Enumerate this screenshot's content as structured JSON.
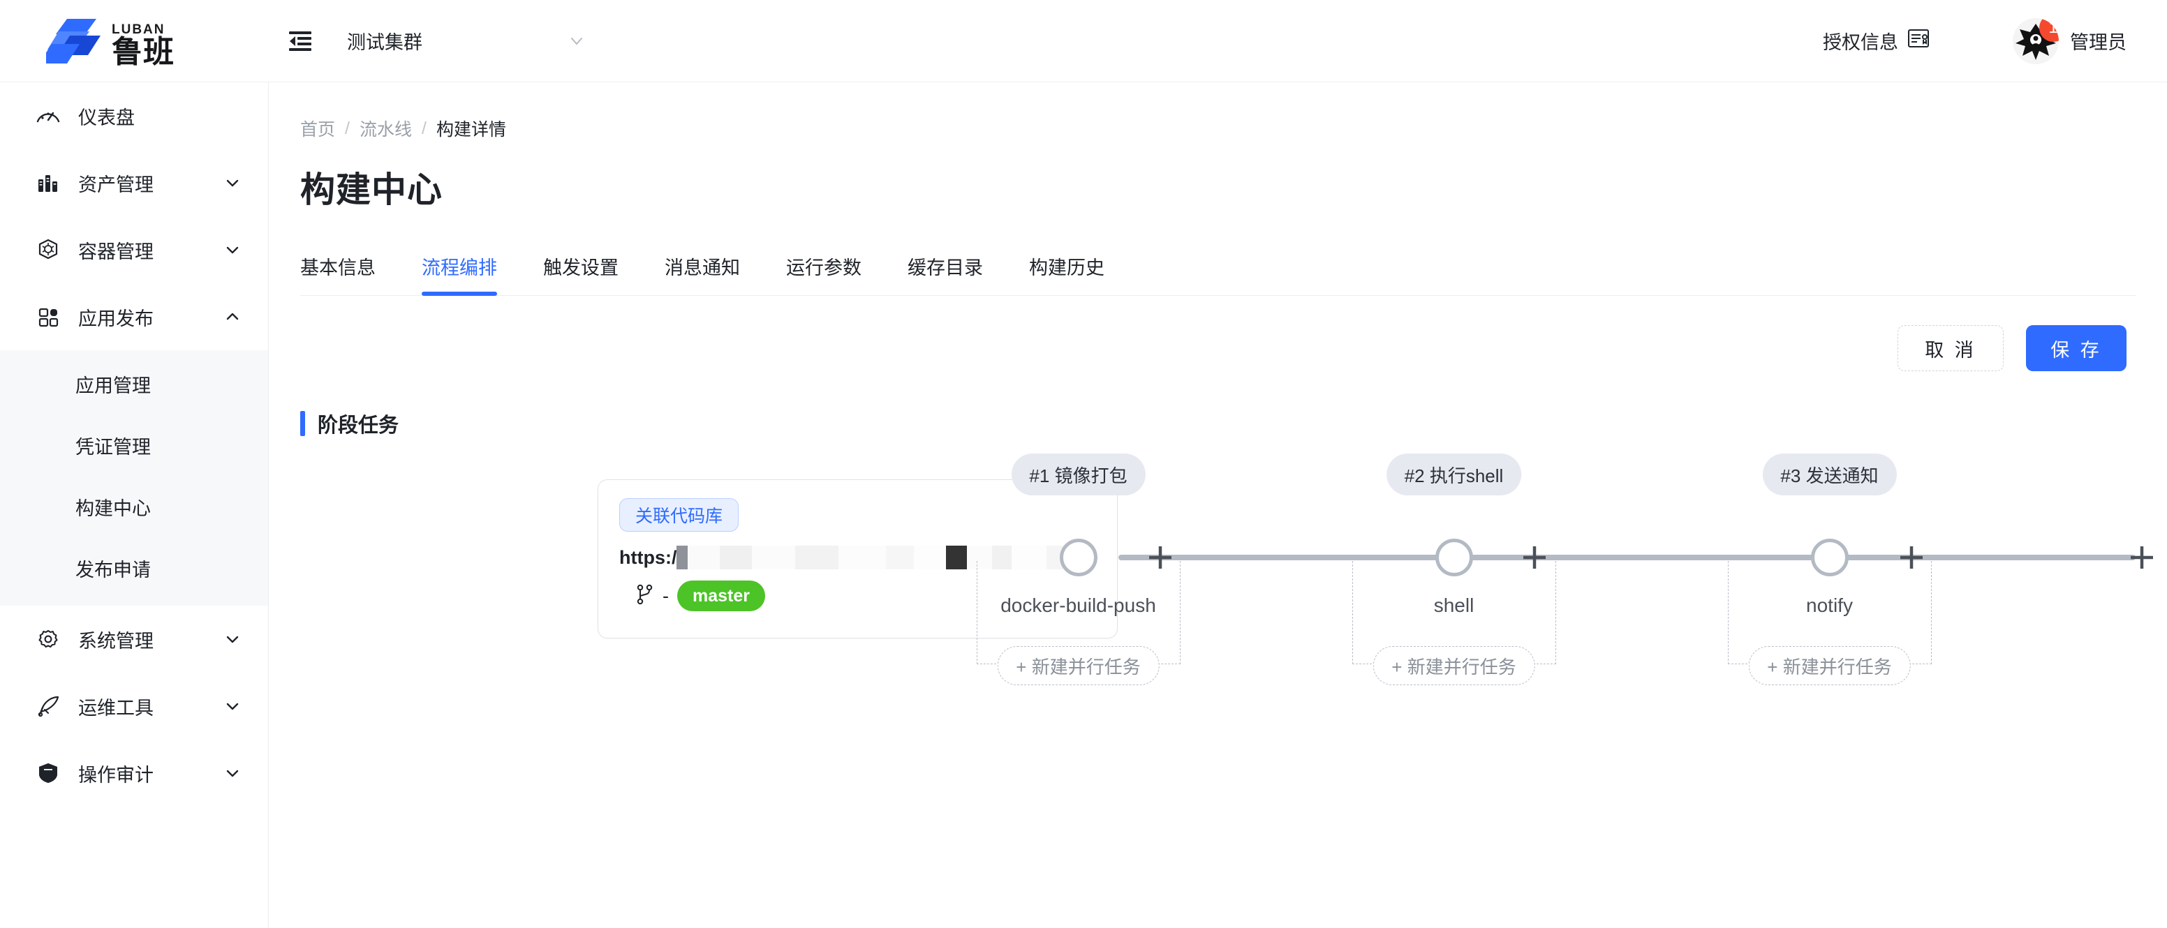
{
  "topbar": {
    "logo_en": "LUBAN",
    "logo_cn": "鲁班",
    "fold_icon": "menu-fold-icon",
    "cluster": {
      "label": "测试集群",
      "chevron_icon": "chevron-down-icon"
    },
    "license": {
      "label": "授权信息",
      "icon": "license-card-icon"
    },
    "user": {
      "name": "管理员",
      "badge_count": "1",
      "avatar_icon": "user-avatar-icon"
    }
  },
  "sidebar": {
    "items": [
      {
        "label": "仪表盘",
        "icon": "dashboard-gauge-icon",
        "expandable": false,
        "expanded": false
      },
      {
        "label": "资产管理",
        "icon": "server-rack-icon",
        "expandable": true,
        "expanded": false
      },
      {
        "label": "容器管理",
        "icon": "kubernetes-icon",
        "expandable": true,
        "expanded": false
      },
      {
        "label": "应用发布",
        "icon": "apps-grid-icon",
        "expandable": true,
        "expanded": true
      },
      {
        "label": "系统管理",
        "icon": "gear-icon",
        "expandable": true,
        "expanded": false
      },
      {
        "label": "运维工具",
        "icon": "rocket-icon",
        "expandable": true,
        "expanded": false
      },
      {
        "label": "操作审计",
        "icon": "shield-icon",
        "expandable": true,
        "expanded": false
      }
    ],
    "submenu": [
      {
        "label": "应用管理",
        "active": false
      },
      {
        "label": "凭证管理",
        "active": false
      },
      {
        "label": "构建中心",
        "active": true
      },
      {
        "label": "发布申请",
        "active": false
      }
    ]
  },
  "breadcrumb": {
    "home": "首页",
    "parent": "流水线",
    "current": "构建详情",
    "separator": "/"
  },
  "page": {
    "title": "构建中心"
  },
  "tabs": [
    {
      "label": "基本信息",
      "active": false
    },
    {
      "label": "流程编排",
      "active": true
    },
    {
      "label": "触发设置",
      "active": false
    },
    {
      "label": "消息通知",
      "active": false
    },
    {
      "label": "运行参数",
      "active": false
    },
    {
      "label": "缓存目录",
      "active": false
    },
    {
      "label": "构建历史",
      "active": false
    }
  ],
  "actions": {
    "cancel": "取 消",
    "save": "保 存"
  },
  "section": {
    "title": "阶段任务"
  },
  "repo_card": {
    "chip": "关联代码库",
    "url_prefix": "https:/",
    "url_suffix": "git",
    "url_redacted": true,
    "branch_icon": "git-branch-icon",
    "branch_dash": "-",
    "branch": "master"
  },
  "pipeline": {
    "add_stage_icon": "plus-icon",
    "add_parallel_label": "+ 新建并行任务",
    "stages": [
      {
        "label": "#1 镜像打包",
        "task": "docker-build-push"
      },
      {
        "label": "#2 执行shell",
        "task": "shell"
      },
      {
        "label": "#3 发送通知",
        "task": "notify"
      }
    ]
  },
  "colors": {
    "accent": "#2f6bff",
    "track": "#b3bac4",
    "stage_chip_bg": "#e6e9f0",
    "branch_green": "#4cc327",
    "badge_red": "#f5492f",
    "submenu_bg": "#f7f8fa"
  }
}
